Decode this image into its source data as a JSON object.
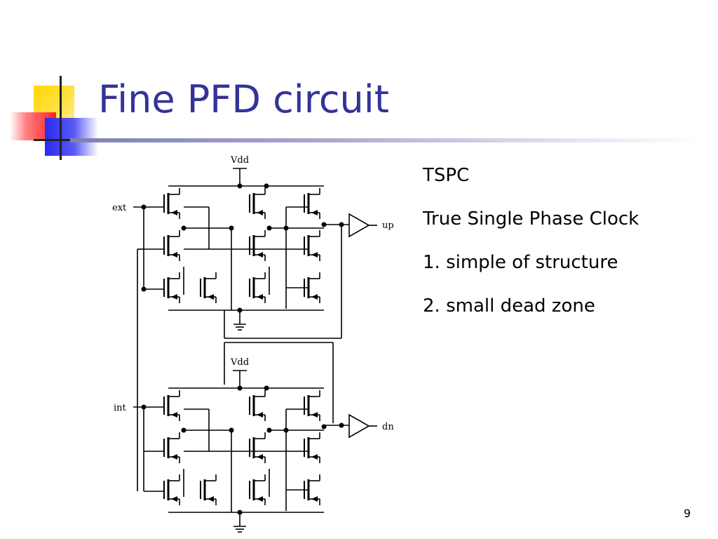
{
  "slide": {
    "title": "Fine PFD circuit",
    "page_number": "9",
    "bullets": [
      "TSPC",
      "True Single Phase Clock",
      "1. simple of structure",
      "2. small dead zone"
    ]
  },
  "circuit": {
    "labels": {
      "vdd_top": "Vdd",
      "vdd_bottom": "Vdd",
      "input_top": "ext",
      "input_bottom": "int",
      "output_top": "up",
      "output_bottom": "dn"
    }
  }
}
